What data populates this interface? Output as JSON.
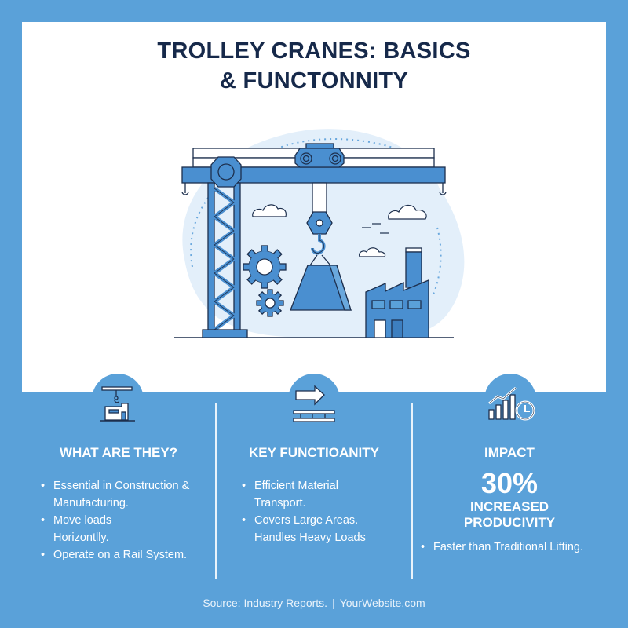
{
  "header": {
    "title_line1": "TROLLEY CRANES: BASICS",
    "title_line2": "& FUNCTONNITY"
  },
  "illustration": {
    "description": "Gantry trolley crane lifting a weight, with gears, clouds and a factory",
    "icons": [
      "crane-icon",
      "trolley-icon",
      "hook-icon",
      "weight-icon",
      "gear-icon",
      "cloud-icon",
      "factory-icon"
    ]
  },
  "columns": [
    {
      "icon": "overhead-crane-building-icon",
      "heading": "WHAT ARE THEY?",
      "bullets": [
        "Essential in Construction & Manufacturing.",
        "Move loads Horizontlly.",
        "Operate on a Rail System."
      ]
    },
    {
      "icon": "arrow-on-rail-icon",
      "heading": "KEY FUNCTIOANITY",
      "bullets": [
        "Efficient Material Transport.",
        "Covers Large Areas. Handles Heavy Loads"
      ]
    },
    {
      "icon": "growth-chart-clock-icon",
      "heading": "IMPACT",
      "stat_value": "30%",
      "stat_label_line1": "INCREASED",
      "stat_label_line2": "PRODUCIVITY",
      "bullets": [
        "Faster than Traditional Lifting."
      ]
    }
  ],
  "footer": {
    "source": "Source: Industry Reports.",
    "separator": "|",
    "website": "YourWebsite.com"
  },
  "colors": {
    "background_blue": "#5aa1d9",
    "card_white": "#ffffff",
    "title_navy": "#16294a",
    "illustration_blue": "#4a8fd0",
    "outline_navy": "#1d2f4d",
    "soft_blob": "#e3effa"
  }
}
